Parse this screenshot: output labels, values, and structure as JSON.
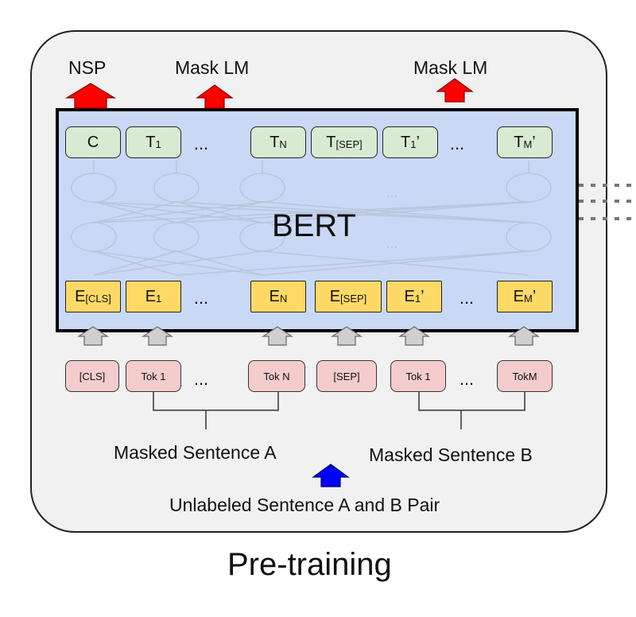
{
  "heads": {
    "nsp": "NSP",
    "mask_lm_1": "Mask LM",
    "mask_lm_2": "Mask LM"
  },
  "model_name": "BERT",
  "outputs": {
    "c": "C",
    "t1_base": "T",
    "t1_sub": "1",
    "tn_base": "T",
    "tn_sub": "N",
    "tsep_base": "T",
    "tsep_sub": "[SEP]",
    "t1p_base": "T",
    "t1p_sub": "1",
    "t1p_suffix": "’",
    "tmp_base": "T",
    "tmp_sub": "M",
    "tmp_suffix": "’",
    "ellipsis_1": "...",
    "ellipsis_2": "..."
  },
  "embeddings": {
    "ecls_base": "E",
    "ecls_sub": "[CLS]",
    "e1_base": "E",
    "e1_sub": "1",
    "en_base": "E",
    "en_sub": "N",
    "esep_base": "E",
    "esep_sub": "[SEP]",
    "e1p_base": "E",
    "e1p_sub": "1",
    "e1p_suffix": "’",
    "emp_base": "E",
    "emp_sub": "M",
    "emp_suffix": "’",
    "ellipsis_1": "...",
    "ellipsis_2": "..."
  },
  "tokens": {
    "cls": "[CLS]",
    "tok1": "Tok 1",
    "tokn": "Tok N",
    "sep": "[SEP]",
    "tok1b": "Tok 1",
    "tokm": "TokM",
    "ellipsis_1": "...",
    "ellipsis_2": "..."
  },
  "hidden_ellipsis": "...",
  "sentences": {
    "a": "Masked Sentence A",
    "b": "Masked Sentence B"
  },
  "input_caption": "Unlabeled Sentence A and B Pair",
  "stage_title": "Pre-training",
  "colors": {
    "output_node": "#d9ead3",
    "embedding_node": "#ffd966",
    "token_node": "#f4cccc",
    "bert_fill": "#c9d8f5",
    "head_arrow": "#ff0000",
    "input_arrow": "#0000ff",
    "gray_arrow": "#cccccc"
  }
}
